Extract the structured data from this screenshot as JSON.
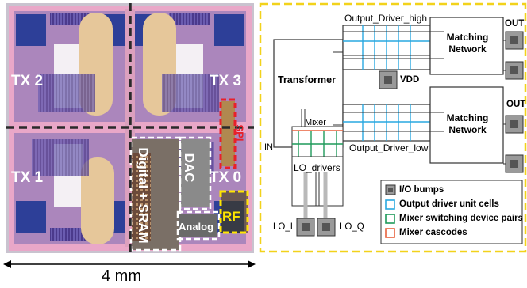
{
  "chip": {
    "quadrants": [
      "TX 2",
      "TX 3",
      "TX 1",
      "TX 0"
    ],
    "blocks": {
      "digital": "Digital + SRAM",
      "dac": "DAC",
      "analog": "Analog",
      "rf": "RF",
      "spi": "SPI"
    },
    "scale_label": "4 mm",
    "colors": {
      "substrate": "#e9a7c8",
      "metal_blue": "#2d3f98",
      "pad_gold": "#e6c79a",
      "highlight_yellow": "#ffe600",
      "highlight_red": "#e8202a"
    }
  },
  "diagram": {
    "blocks": {
      "transformer": "Transformer",
      "matching_top": "Matching Network",
      "matching_bottom": "Matching Network",
      "mixer": "Mixer",
      "lo_drivers": "LO_drivers",
      "output_driver_high": "Output_Driver_high",
      "output_driver_low": "Output_Driver_low"
    },
    "ports": {
      "in": "IN",
      "vdd": "VDD",
      "out_top": "OUT",
      "out_bottom": "OUT",
      "lo_i": "LO_I",
      "lo_q": "LO_Q"
    },
    "legend": [
      {
        "label": "I/O bumps",
        "swatch": "bump"
      },
      {
        "label": "Output driver unit cells",
        "swatch": "#29a8e0"
      },
      {
        "label": "Mixer switching device pairs",
        "swatch": "#1e9a5a"
      },
      {
        "label": "Mixer cascodes",
        "swatch": "#e8603c"
      }
    ],
    "colors": {
      "border": "#f2d21b",
      "unit_cell": "#29a8e0",
      "mixer_pair": "#1e9a5a",
      "cascode": "#e8603c"
    }
  }
}
